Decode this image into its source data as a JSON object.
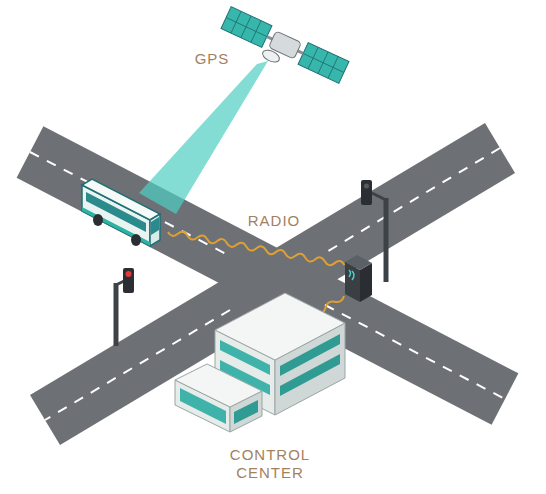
{
  "diagram": {
    "labels": [
      "GPS",
      "RADIO",
      "CONTROL CENTER"
    ]
  }
}
